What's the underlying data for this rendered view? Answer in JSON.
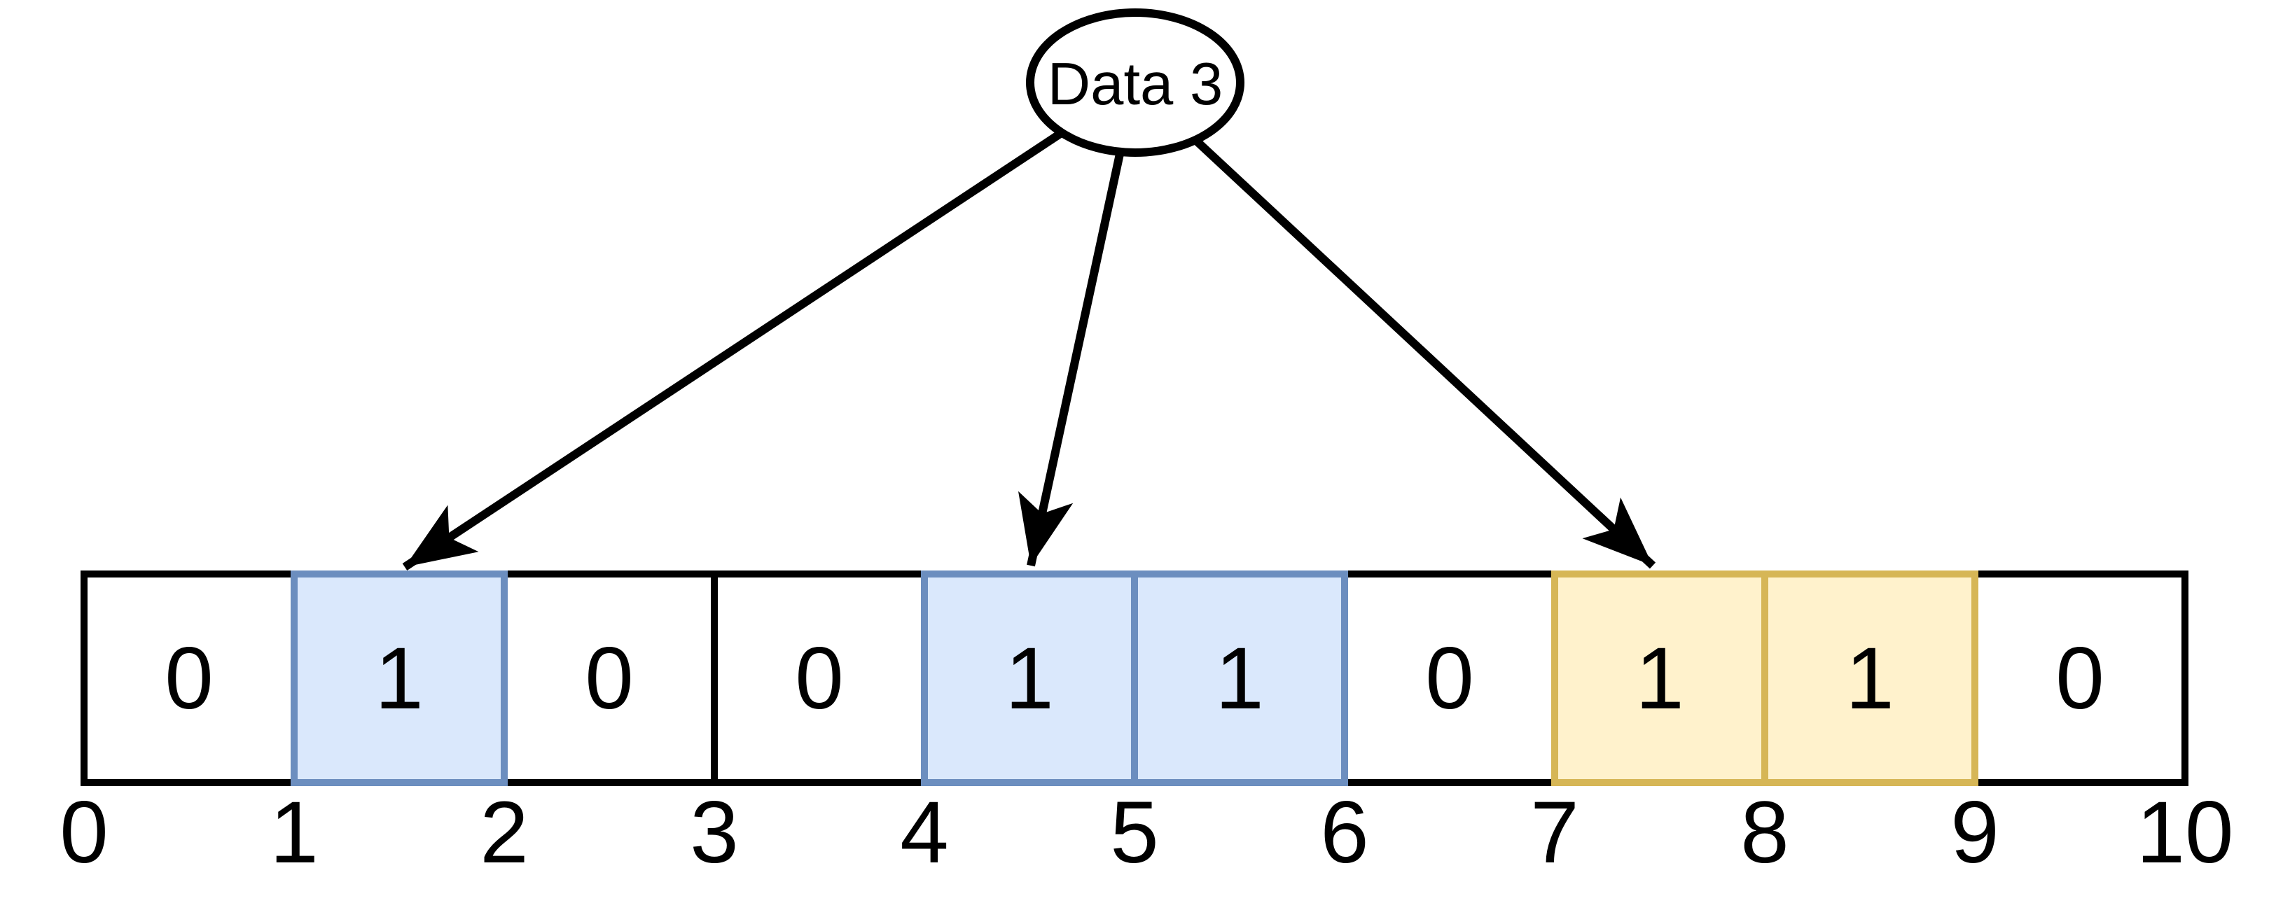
{
  "diagram": {
    "title_node": {
      "label": "Data 3"
    },
    "bit_array": {
      "cells": [
        {
          "value": "0",
          "highlight": "none"
        },
        {
          "value": "1",
          "highlight": "blue"
        },
        {
          "value": "0",
          "highlight": "none"
        },
        {
          "value": "0",
          "highlight": "none"
        },
        {
          "value": "1",
          "highlight": "blue"
        },
        {
          "value": "1",
          "highlight": "blue"
        },
        {
          "value": "0",
          "highlight": "none"
        },
        {
          "value": "1",
          "highlight": "yellow"
        },
        {
          "value": "1",
          "highlight": "yellow"
        },
        {
          "value": "0",
          "highlight": "none"
        }
      ],
      "tick_labels": [
        "0",
        "1",
        "2",
        "3",
        "4",
        "5",
        "6",
        "7",
        "8",
        "9",
        "10"
      ]
    },
    "arrows": {
      "count": 3,
      "target_cells": [
        1,
        4,
        7
      ]
    },
    "colors": {
      "blue_fill": "#dae8fc",
      "blue_stroke": "#6c8ebf",
      "yellow_fill": "#fff2cc",
      "yellow_stroke": "#d6b656",
      "line": "#000000",
      "background": "#ffffff"
    }
  }
}
